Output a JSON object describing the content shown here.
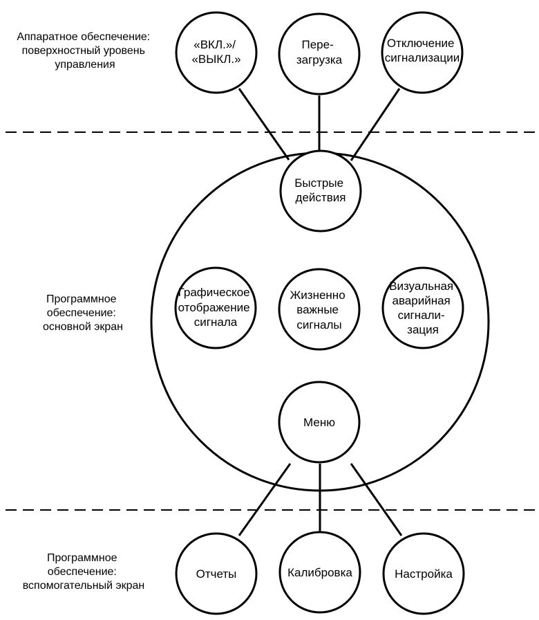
{
  "zones": {
    "hardware": {
      "lines": [
        "Аппаратное обеспечение:",
        "поверхностный уровень",
        "управления"
      ]
    },
    "main_screen": {
      "lines": [
        "Программное",
        "обеспечение:",
        "основной экран"
      ]
    },
    "aux_screen": {
      "lines": [
        "Программное",
        "обеспечение:",
        "вспомогательный экран"
      ]
    }
  },
  "nodes": {
    "power": {
      "lines": [
        "«ВКЛ.»/",
        "«ВЫКЛ.»"
      ]
    },
    "reboot": {
      "lines": [
        "Пере-",
        "загрузка"
      ]
    },
    "alarm_off": {
      "lines": [
        "Отключение",
        "сигнализации"
      ]
    },
    "quick_actions": {
      "lines": [
        "Быстрые",
        "действия"
      ]
    },
    "graphic_signal": {
      "lines": [
        "Графическое",
        "отображение",
        "сигнала"
      ]
    },
    "vital_signals": {
      "lines": [
        "Жизненно",
        "важные",
        "сигналы"
      ]
    },
    "visual_alarm": {
      "lines": [
        "Визуальная",
        "аварийная",
        "сигнали-",
        "зация"
      ]
    },
    "menu": {
      "lines": [
        "Меню"
      ]
    },
    "reports": {
      "lines": [
        "Отчеты"
      ]
    },
    "calibration": {
      "lines": [
        "Калибровка"
      ]
    },
    "settings": {
      "lines": [
        "Настройка"
      ]
    }
  }
}
